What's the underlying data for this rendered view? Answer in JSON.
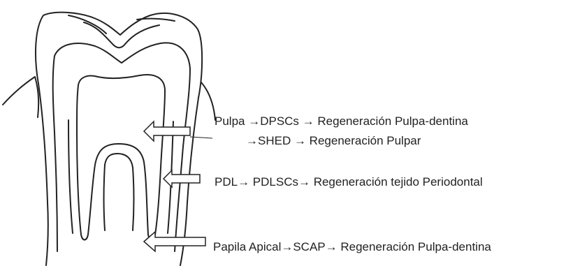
{
  "labels": {
    "pulpa_line1": "Pulpa →DPSCs → Regeneración Pulpa-dentina",
    "pulpa_line2": "→SHED → Regeneración Pulpar",
    "pdl": "PDL→ PDLSCs→ Regeneración tejido Periodontal",
    "papila": "Papila Apical→SCAP→ Regeneración Pulpa-dentina"
  },
  "icons": {
    "arrow_pulpa": "left-arrow-icon",
    "arrow_pdl": "left-arrow-icon",
    "arrow_papila": "left-arrow-icon"
  },
  "colors": {
    "line": "#222222",
    "background": "#ffffff"
  }
}
